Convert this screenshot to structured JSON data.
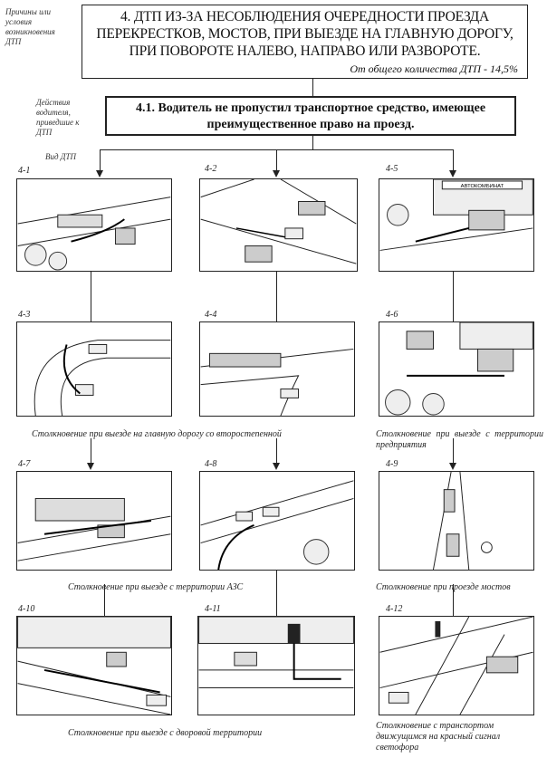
{
  "side_labels": {
    "causes": "Причины или условия возникновения ДТП",
    "actions": "Действия водителя, приведшие к ДТП",
    "type": "Вид ДТП"
  },
  "header": {
    "title": "4. ДТП ИЗ-ЗА НЕСОБЛЮДЕНИЯ ОЧЕРЕДНОСТИ ПРОЕЗДА ПЕРЕКРЕСТКОВ, МОСТОВ, ПРИ ВЫЕЗДЕ НА ГЛАВНУЮ ДОРОГУ, ПРИ ПОВОРОТЕ НАЛЕВО, НАПРАВО ИЛИ РАЗВОРОТЕ.",
    "share": "От общего количества ДТП - 14,5%"
  },
  "action": "4.1. Водитель не пропустил транспортное средство, имеющее преимущественное право на проезд.",
  "panels": [
    "4-1",
    "4-2",
    "4-5",
    "4-3",
    "4-4",
    "4-6",
    "4-7",
    "4-8",
    "4-9",
    "4-10",
    "4-11",
    "4-12"
  ],
  "sign_text": "АВТОКОМБИНАТ",
  "captions": {
    "main_road": "Столкновение при выезде на главную дорогу со второстепенной",
    "enterprise": "Столкновение при выезде с территории предприятия",
    "gas_station": "Столкновение при выезде с территории АЗС",
    "bridges": "Столкновение при проезде мостов",
    "courtyard": "Столкновение при выезде с дворовой территории",
    "red_light": "Столкновение с транспортом движущимся на красный сигнал светофора"
  }
}
